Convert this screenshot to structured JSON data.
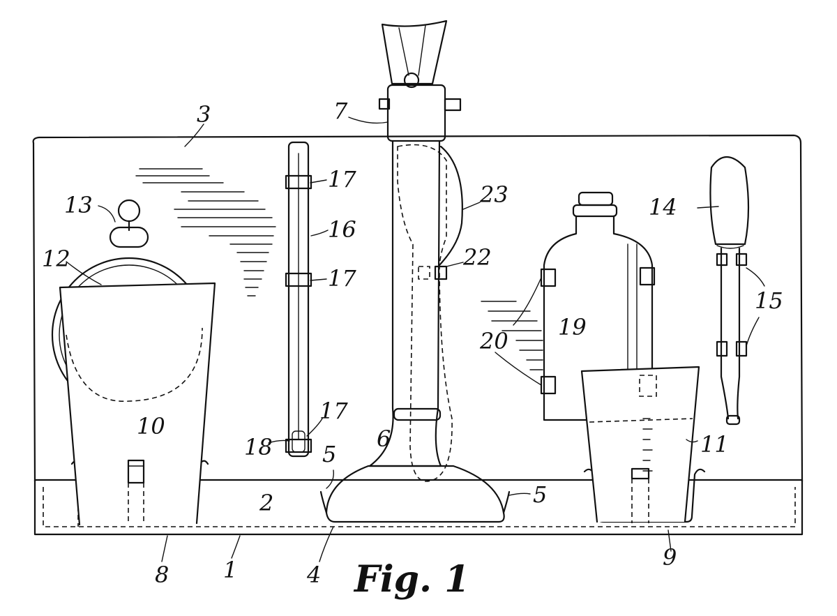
{
  "figure": {
    "caption": "Fig. 1",
    "reference_numerals": {
      "n1": "1",
      "n2": "2",
      "n3": "3",
      "n4": "4",
      "n5a": "5",
      "n5b": "5",
      "n6": "6",
      "n7": "7",
      "n8": "8",
      "n9": "9",
      "n10": "10",
      "n11": "11",
      "n12": "12",
      "n13": "13",
      "n14": "14",
      "n15": "15",
      "n16": "16",
      "n17a": "17",
      "n17b": "17",
      "n17c": "17",
      "n18": "18",
      "n19": "19",
      "n20": "20",
      "n22": "22",
      "n23": "23"
    }
  }
}
